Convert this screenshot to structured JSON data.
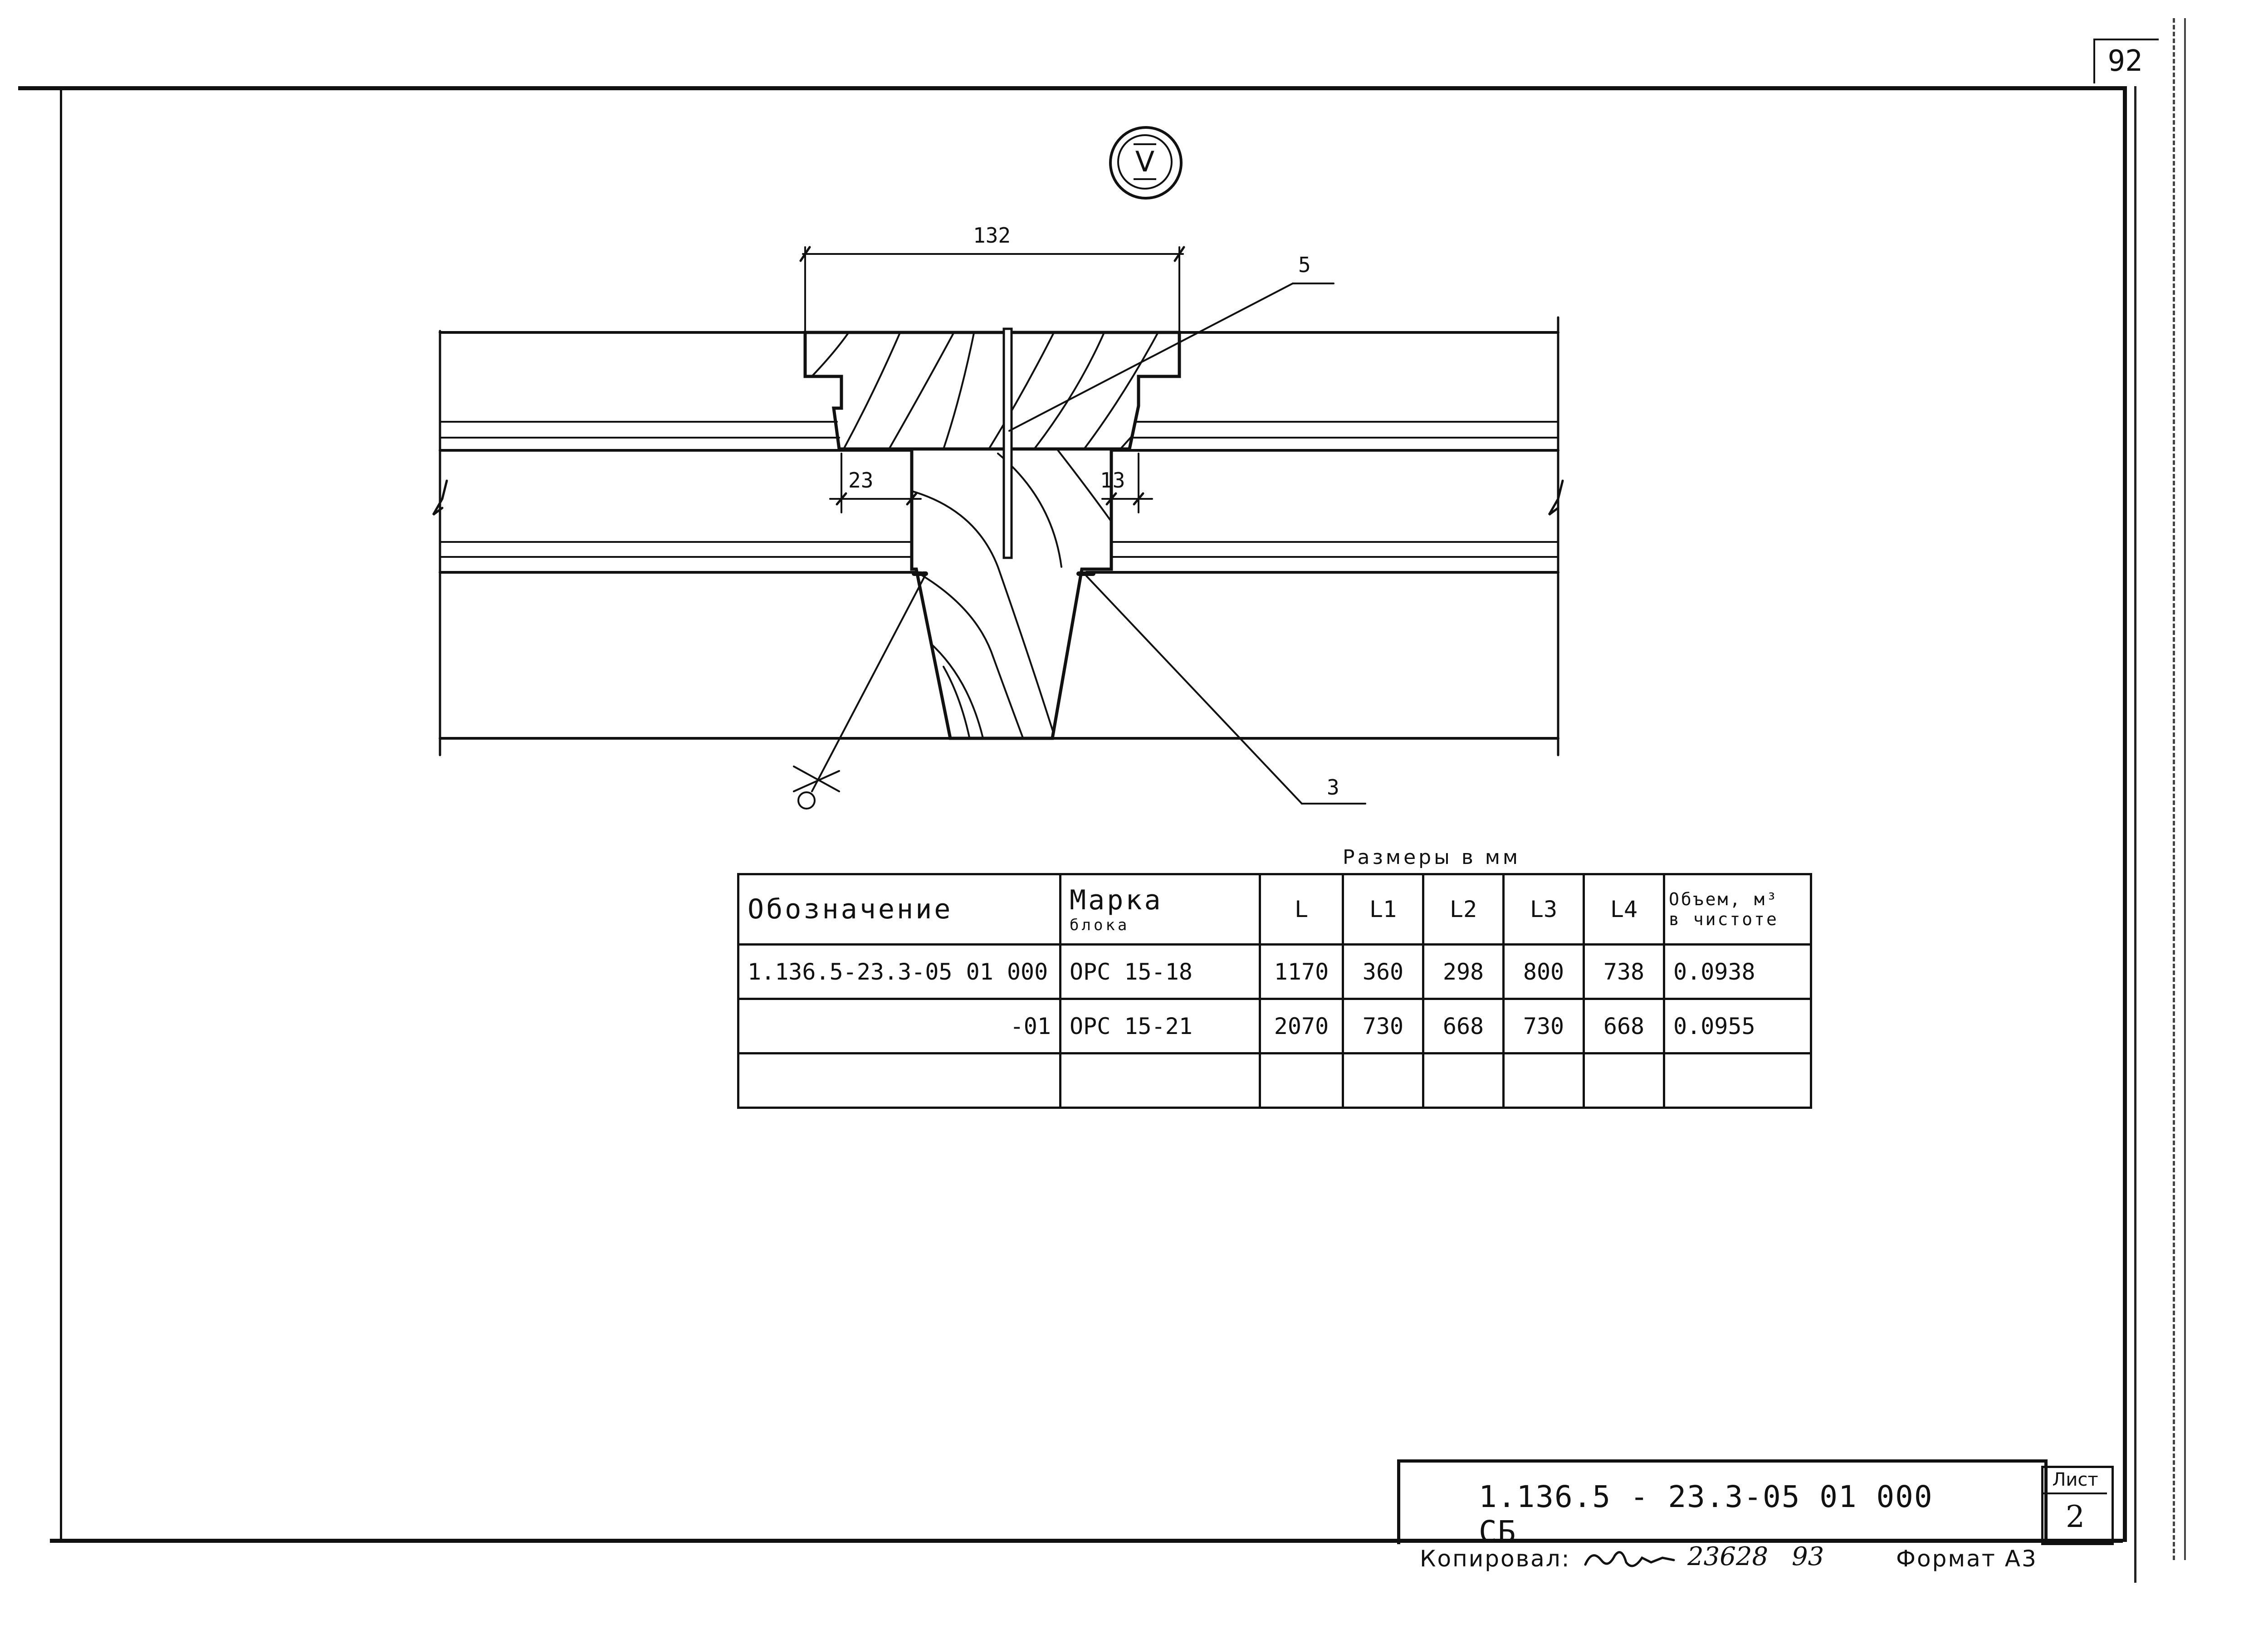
{
  "page_number": "92",
  "view_marker": "V",
  "drawing": {
    "dim_top": "132",
    "dim_left": "23",
    "dim_right": "13",
    "callout_top": "5",
    "callout_bottom": "3"
  },
  "table": {
    "caption": "Размеры в мм",
    "headers": {
      "designation": "Обозначение",
      "mark_line1": "Марка",
      "mark_line2": "блока",
      "L": "L",
      "L1": "L1",
      "L2": "L2",
      "L3": "L3",
      "L4": "L4",
      "volume_line1": "Объем, м³",
      "volume_line2": "в чистоте"
    },
    "rows": [
      {
        "designation": "1.136.5-23.3-05 01 000",
        "mark": "ОРС 15-18",
        "L": "1170",
        "L1": "360",
        "L2": "298",
        "L3": "800",
        "L4": "738",
        "volume": "0.0938"
      },
      {
        "designation": "-01",
        "mark": "ОРС 15-21",
        "L": "2070",
        "L1": "730",
        "L2": "668",
        "L3": "730",
        "L4": "668",
        "volume": "0.0955"
      },
      {
        "designation": "",
        "mark": "",
        "L": "",
        "L1": "",
        "L2": "",
        "L3": "",
        "L4": "",
        "volume": ""
      }
    ]
  },
  "title_block": {
    "document_code": "1.136.5 - 23.3-05 01 000 СБ",
    "sheet_label": "Лист",
    "sheet_number": "2",
    "copied_label": "Копировал:",
    "copied_number": "23628",
    "copied_year": "93",
    "format_label": "Формат А3"
  }
}
